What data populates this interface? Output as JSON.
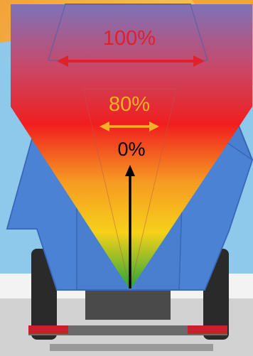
{
  "labels": {
    "top_width": "100%",
    "mid_width": "80%",
    "base": "0%"
  },
  "colors": {
    "label_top": "#e0202a",
    "label_mid": "#f5b027",
    "label_base": "#000000",
    "arrow_top": "#e0202a",
    "arrow_mid": "#f5b027",
    "arrow_base": "#000000",
    "body_panel": "#4a7fd0",
    "sky_light": "#8ec8ea",
    "sky_orange": "#f2a33a",
    "ground": "#d2d2d2"
  },
  "gradient": {
    "stops": [
      {
        "offset": 0,
        "color": "#7d73b8"
      },
      {
        "offset": 0.22,
        "color": "#c94868"
      },
      {
        "offset": 0.42,
        "color": "#f01e1e"
      },
      {
        "offset": 0.62,
        "color": "#f69a22"
      },
      {
        "offset": 0.8,
        "color": "#f6d11a"
      },
      {
        "offset": 1,
        "color": "#1ea53a"
      }
    ]
  }
}
